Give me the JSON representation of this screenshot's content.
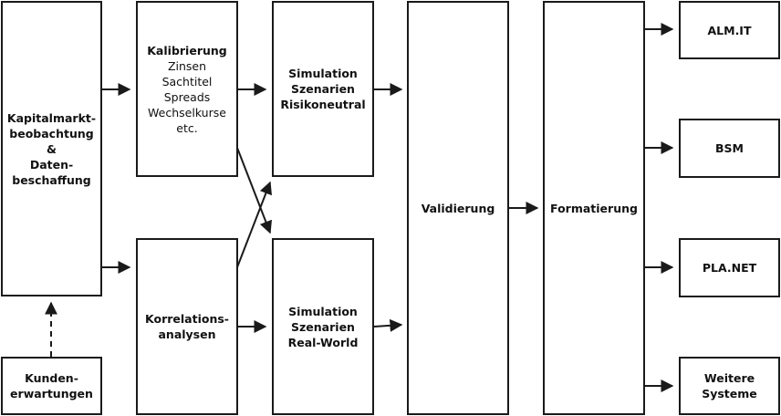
{
  "boxes": {
    "kapital": [
      "Kapitalmarkt-",
      "beobachtung",
      "&",
      "Daten-",
      "beschaffung"
    ],
    "kunden": [
      "Kunden-",
      "erwartungen"
    ],
    "kalibrierung_title": "Kalibrierung",
    "kalibrierung_items": [
      "Zinsen",
      "Sachtitel",
      "Spreads",
      "Wechselkurse",
      "etc."
    ],
    "korrelation": [
      "Korrelations-",
      "analysen"
    ],
    "sim_risiko": [
      "Simulation",
      "Szenarien",
      "Risikoneutral"
    ],
    "sim_real": [
      "Simulation",
      "Szenarien",
      "Real-World"
    ],
    "validierung": "Validierung",
    "formatierung": "Formatierung",
    "alm": "ALM.IT",
    "bsm": "BSM",
    "pla": "PLA.NET",
    "weitere": [
      "Weitere",
      "Systeme"
    ]
  }
}
